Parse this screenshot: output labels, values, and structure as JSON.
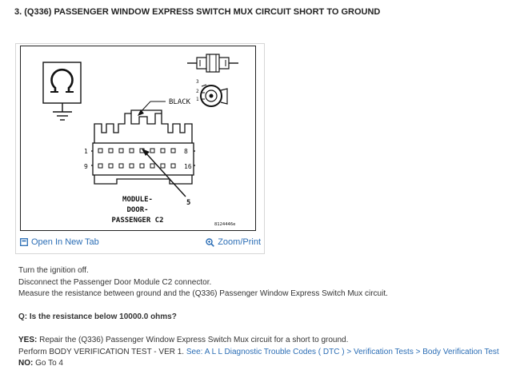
{
  "step_title": "3. (Q336) PASSENGER WINDOW EXPRESS SWITCH MUX CIRCUIT SHORT TO GROUND",
  "diagram": {
    "label_black": "BLACK",
    "pin_1": "1",
    "pin_8": "8",
    "pin_9": "9",
    "pin_16": "16",
    "pin_5": "5",
    "side_pin_3": "3",
    "side_pin_2": "2",
    "side_pin_1": "1",
    "caption_line1": "MODULE-",
    "caption_line2": "DOOR-",
    "caption_line3": "PASSENGER C2",
    "figure_code": "8124446e"
  },
  "figure_links": {
    "open_new_tab": "Open In New Tab",
    "zoom_print": "Zoom/Print"
  },
  "instructions": [
    "Turn the ignition off.",
    "Disconnect the Passenger Door Module C2 connector.",
    "Measure the resistance between ground and the (Q336) Passenger Window Express Switch Mux circuit."
  ],
  "question": "Q: Is the resistance below 10000.0 ohms?",
  "yes": {
    "label": "YES:",
    "text": "Repair the (Q336) Passenger Window Express Switch Mux circuit for a short to ground."
  },
  "verification": {
    "prefix": "Perform BODY VERIFICATION TEST - VER 1.",
    "see": "See:",
    "crumb_1": "A L L Diagnostic Trouble Codes ( DTC )",
    "crumb_2": "Verification Tests",
    "crumb_3": "Body Verification Test",
    "separator": ">"
  },
  "no": {
    "label": "NO:",
    "text": "Go To 4"
  }
}
